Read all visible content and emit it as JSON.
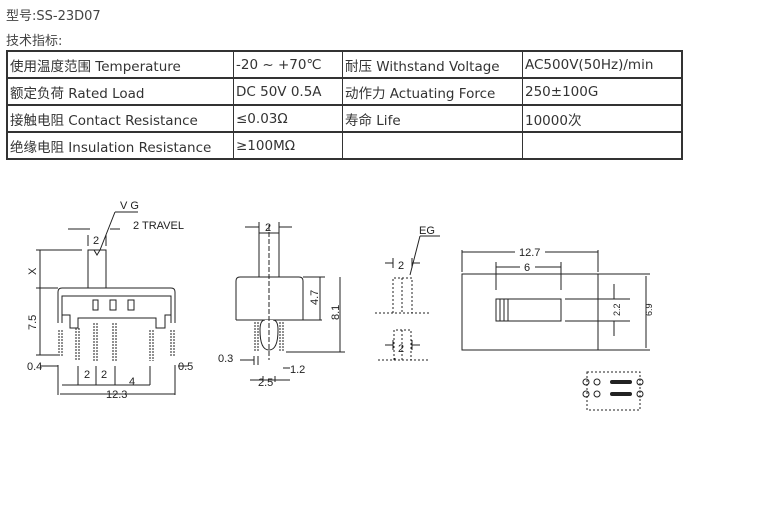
{
  "model": "型号:SS-23D07",
  "spec_heading": "技术指标:",
  "specs": [
    [
      "使用温度范围 Temperature",
      "-20 ~ +70℃",
      "耐压 Withstand Voltage",
      "AC500V(50Hz)/min"
    ],
    [
      "额定负荷 Rated Load",
      "DC 50V 0.5A",
      "动作力 Actuating Force",
      "250±100G"
    ],
    [
      "接触电阻 Contact Resistance",
      "≤0.03Ω",
      "寿命 Life",
      "10000次"
    ],
    [
      "绝缘电阻 Insulation Resistance",
      "≥100MΩ",
      "",
      ""
    ]
  ],
  "drawing": {
    "front": {
      "vg": "V G",
      "travel": "2 TRAVEL",
      "width": "2",
      "x": "X",
      "height": "7.5",
      "pin_left": "0.4",
      "pitch1": "2",
      "pitch2": "2",
      "pitch3": "4",
      "pin_right": "0.5",
      "total": "12.3"
    },
    "side": {
      "width": "2",
      "h1": "4.7",
      "h2": "8.1",
      "pin": "0.3",
      "gap": "1.2",
      "span": "2.5"
    },
    "actuator": {
      "eg": "EG",
      "w1": "2",
      "w2": "2"
    },
    "top": {
      "length": "12.7",
      "slot": "6",
      "slot_w": "2.2",
      "width": "6.9"
    }
  }
}
